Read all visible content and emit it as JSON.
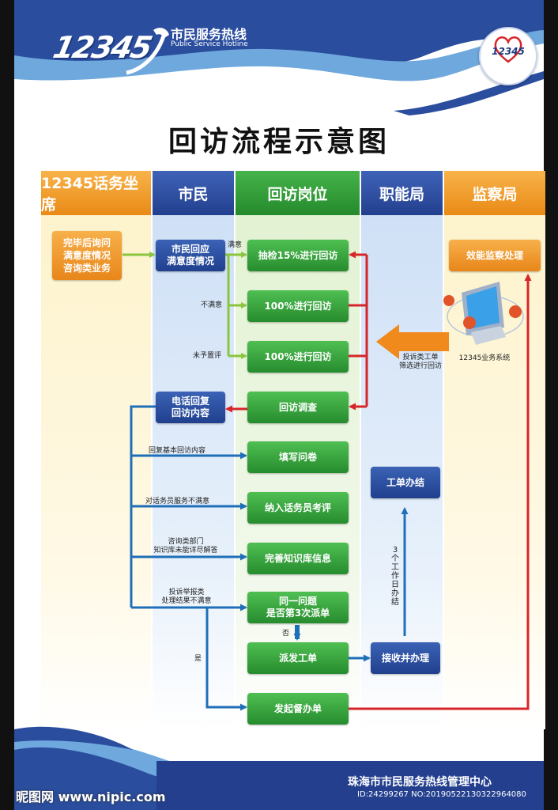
{
  "header": {
    "logo_number": "12345",
    "hotline_cn": "市民服务热线",
    "hotline_en": "Public Service Hotline",
    "badge_number": "12345"
  },
  "title": "回访流程示意图",
  "columns": [
    {
      "label": "12345话务坐席"
    },
    {
      "label": "市民"
    },
    {
      "label": "回访岗位"
    },
    {
      "label": "职能局"
    },
    {
      "label": "监察局"
    }
  ],
  "nodes": {
    "inquiry": "完毕后询问\n满意度情况\n咨询类业务",
    "citizen_feedback": "市民回应\n满意度情况",
    "sample15": "抽检15%进行回访",
    "full100_a": "100%进行回访",
    "full100_b": "100%进行回访",
    "survey": "回访调查",
    "phone_reply": "电话回复\n回访内容",
    "questionnaire": "填写问卷",
    "evaluation": "纳入话务员考评",
    "knowledge": "完善知识库信息",
    "same_issue": "同一问题\n是否第3次派单",
    "dispatch": "派发工单",
    "receive": "接收并办理",
    "close": "工单办结",
    "supervise": "发起督办单",
    "efficiency": "效能监察处理"
  },
  "labels": {
    "satisfied": "满意",
    "unsatisfied": "不满意",
    "unrated": "未予置评",
    "complaint_filter": "投诉类工单\n筛选进行回访",
    "system": "12345业务系统",
    "basic_reply": "回复基本回访内容",
    "operator_unsatisfied": "对话务员服务不满意",
    "knowledge_gap": "咨询类部门\n知识库未能详尽解答",
    "complaint_unsatisfied": "投诉举报类\n处理结果不满意",
    "no": "否",
    "yes": "是",
    "three_days": "3个工作日办结"
  },
  "footer": {
    "org": "珠海市市民服务热线管理中心",
    "watermark": "昵图网 www.nipic.com",
    "id_no": "ID:24299267 NO:20190522130322964080"
  },
  "colors": {
    "orange": "#e98a16",
    "blue": "#233f8e",
    "green": "#268c2e",
    "red": "#d7262a",
    "arrow_blue": "#1f6fb8",
    "arrow_green": "#8bc53f"
  }
}
